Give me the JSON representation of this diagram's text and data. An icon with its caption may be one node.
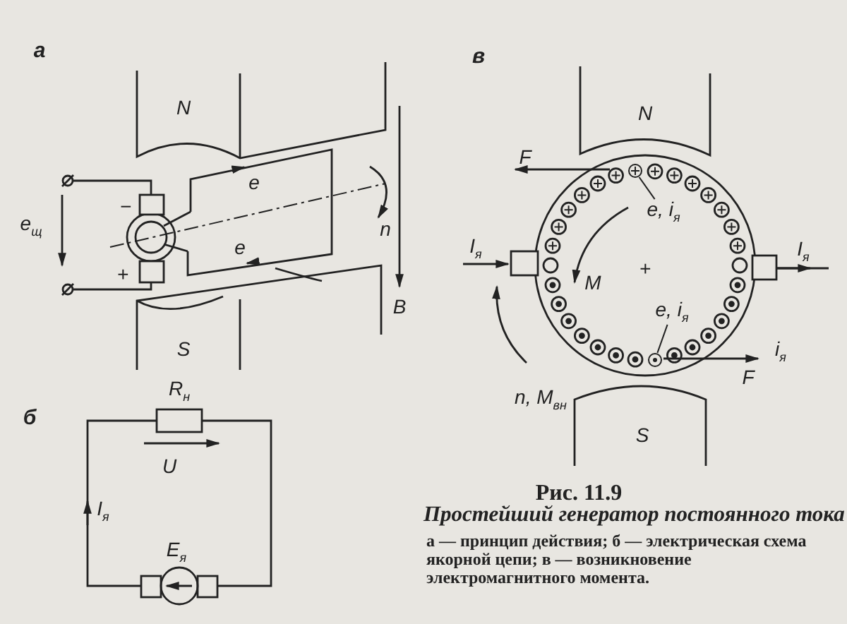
{
  "diagram": {
    "title": "Простейший генератор постоянного тока",
    "caption": "а — принцип действия; б — электрическая схема якорной цепи; в — возникновение электромагнитного момента.",
    "nodes": [
      {
        "text": [
          "e, i$_{я}$"
        ]
      },
      {
        "text": [],
        "shape": "circle"
      },
      {
        "text": [
          "e, i$_{я}$"
        ]
      },
      {
        "text": [],
        "shape": "circle"
      }
    ],
    "edges": [
      {
        "from": 0,
        "to": 1,
        "arrow": "none"
      },
      {
        "from": 2,
        "to": 3,
        "arrow": "none"
      }
    ],
    "labels": [
      "а",
      "N",
      "e",
      "−",
      "e$_{щ}$",
      "n",
      "+",
      "e",
      "B",
      "S",
      "в",
      "N",
      "F",
      "I$_{я}$",
      "M",
      "+",
      "I$_{я}$",
      "i$_{я}$",
      "F",
      "n, M$_{вн}$",
      "S",
      "б",
      "R$_{н}$",
      "U",
      "I$_{я}$",
      "E$_{я}$",
      "Рис. 11.9"
    ]
  }
}
